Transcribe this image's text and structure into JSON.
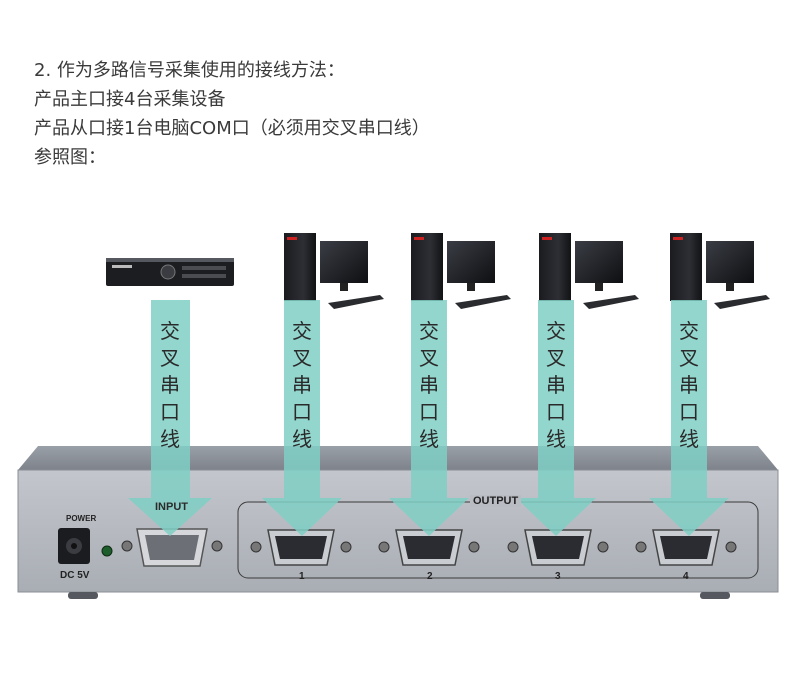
{
  "instructions": {
    "line1": "2. 作为多路信号采集使用的接线方法：",
    "line2": "产品主口接4台采集设备",
    "line3": "产品从口接1台电脑COM口（必须用交叉串口线）",
    "line4": "参照图："
  },
  "diagram": {
    "arrow_label": "交叉串口线",
    "panel": {
      "input_label": "INPUT",
      "output_label": "OUTPUT",
      "power_label": "POWER",
      "dc_label": "DC 5V",
      "port_numbers": [
        "1",
        "2",
        "3",
        "4"
      ]
    }
  },
  "colors": {
    "arrow_teal": "#7fcfc4",
    "panel_face": "#b9bcc3",
    "panel_top": "#8f939b"
  }
}
